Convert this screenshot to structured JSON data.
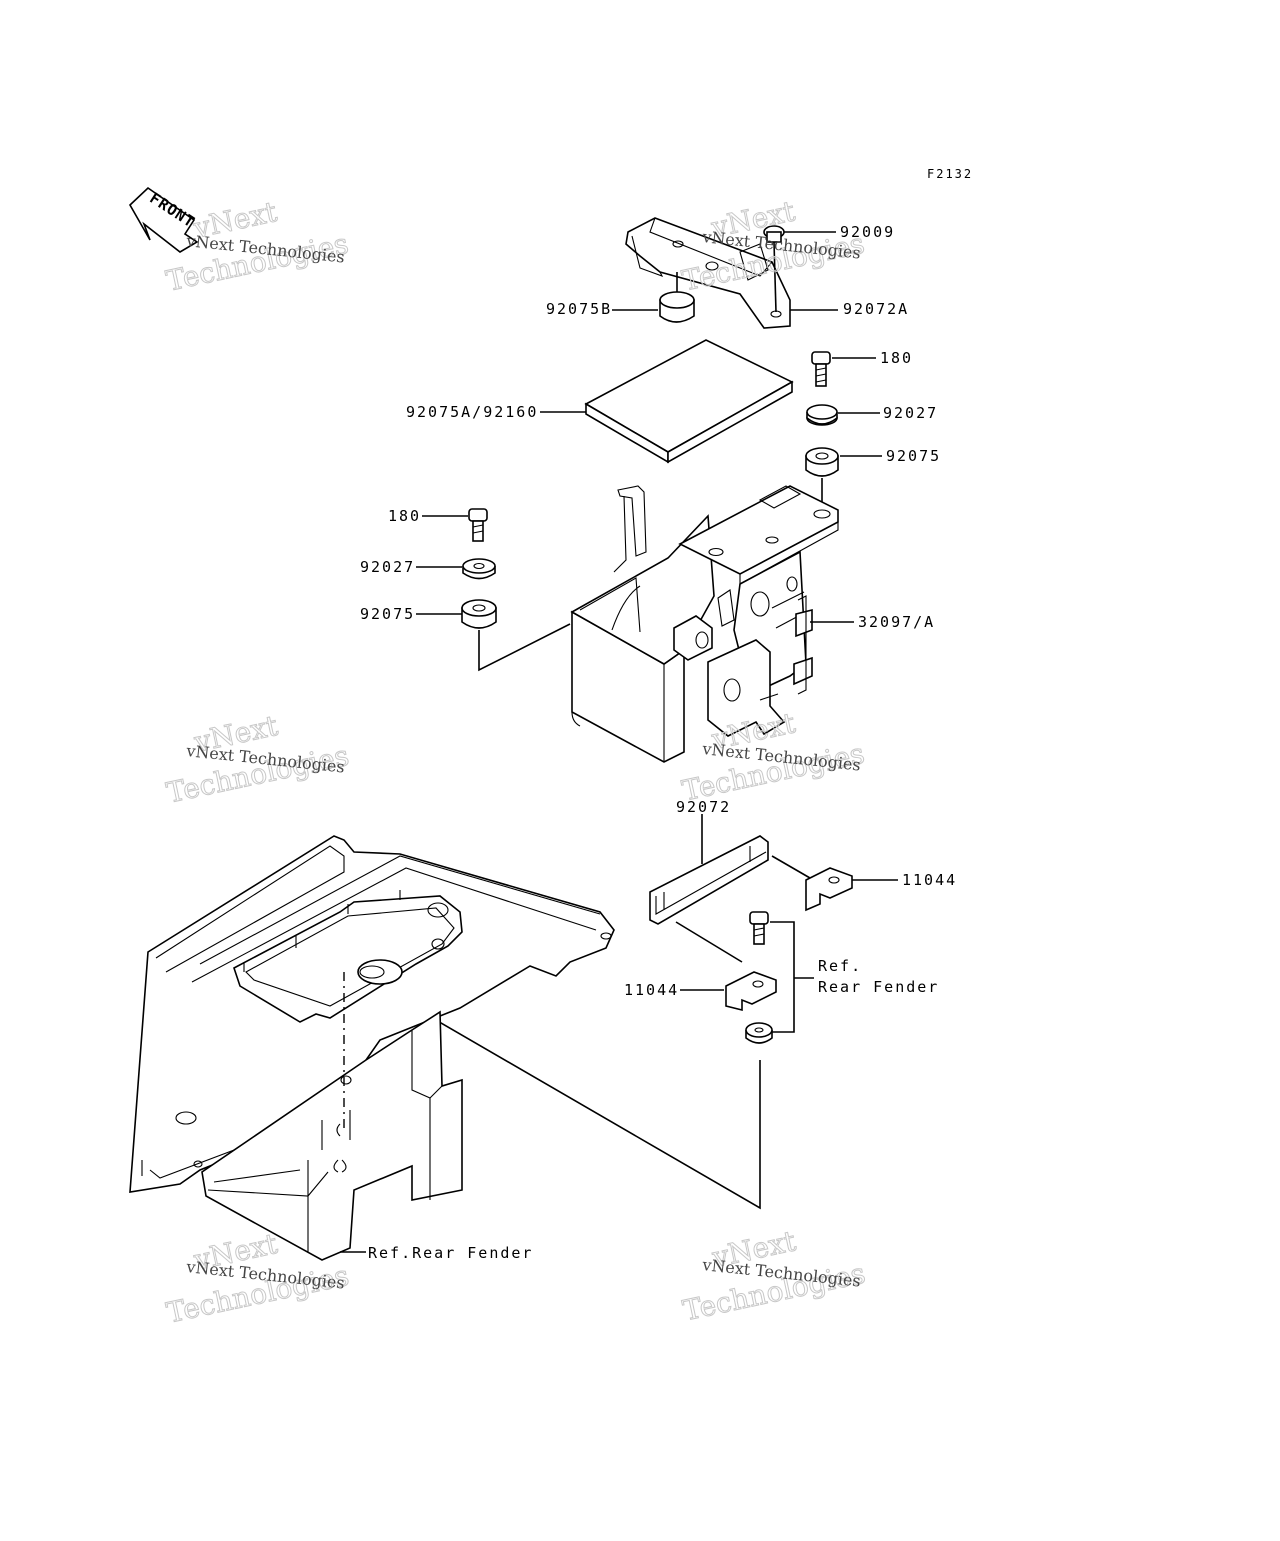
{
  "figure_code": "F2132",
  "front_label": "FRONT",
  "labels": {
    "p92009": "92009",
    "p92072A": "92072A",
    "p92075B": "92075B",
    "p180_top": "180",
    "p92075A_92160": "92075A/92160",
    "p92027_right": "92027",
    "p92075_right": "92075",
    "p180_left": "180",
    "p92027_left": "92027",
    "p92075_left": "92075",
    "p32097A": "32097/A",
    "p92072": "92072",
    "p11044_right": "11044",
    "p11044_left": "11044",
    "ref_rear_fender_line1": "Ref.",
    "ref_rear_fender_line2": "Rear Fender",
    "ref_rear_fender_bottom": "Ref.Rear Fender"
  },
  "watermark": {
    "line1": "vNext Technologies",
    "line2": "vNext",
    "line3": "Technologies"
  }
}
